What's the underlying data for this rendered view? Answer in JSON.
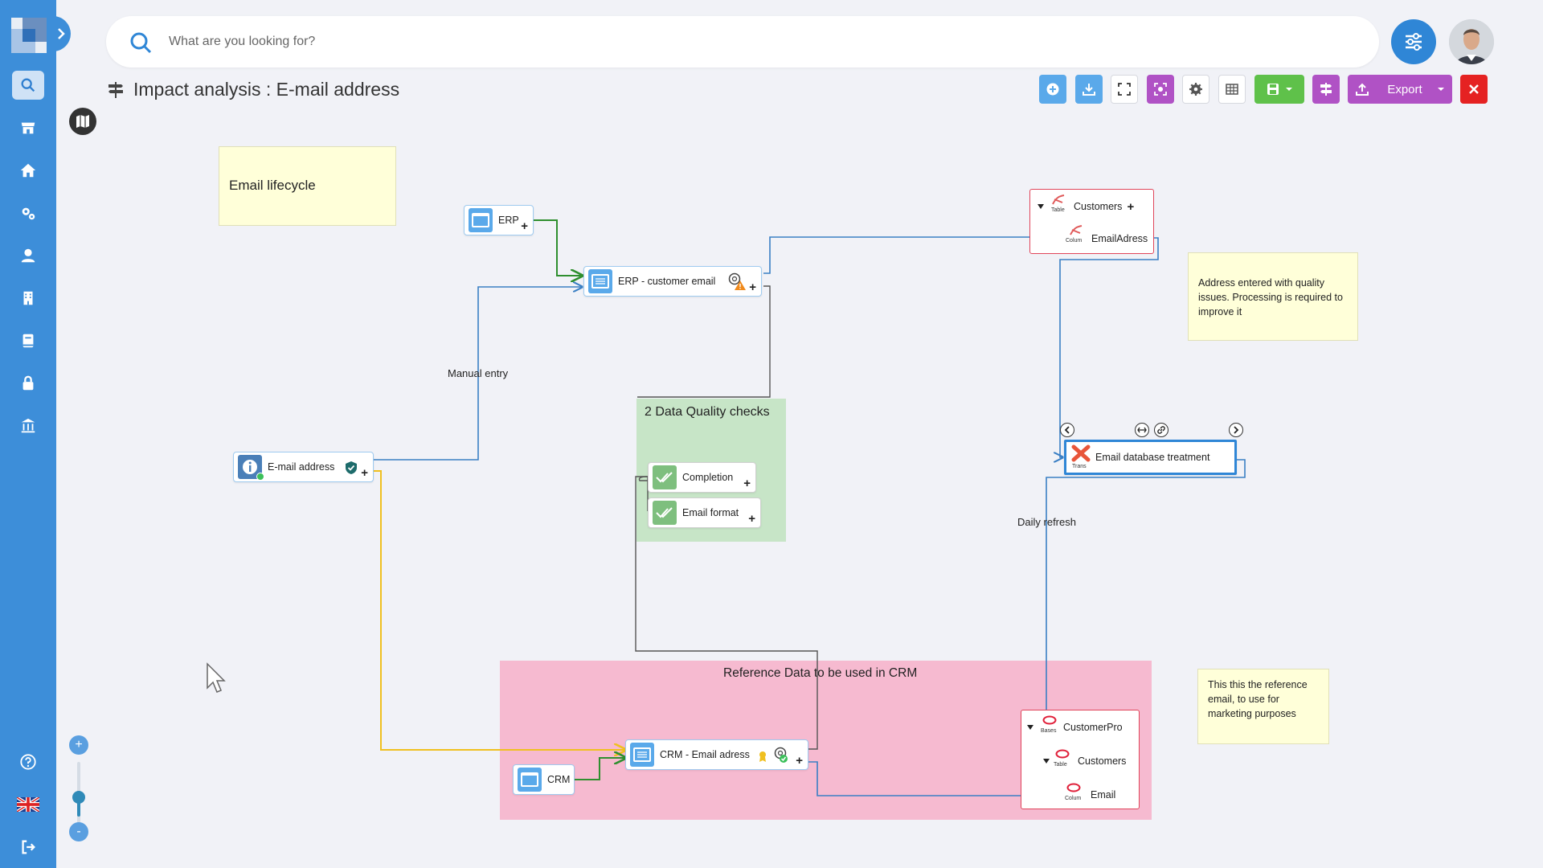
{
  "search": {
    "placeholder": "What are you looking for?"
  },
  "page": {
    "title": "Impact analysis : E-mail address"
  },
  "toolbar": {
    "export_label": "Export"
  },
  "sidebar": {
    "items": [
      "search-icon",
      "store-icon",
      "home-icon",
      "gears-icon",
      "user-icon",
      "building-icon",
      "book-icon",
      "lock-icon",
      "bank-icon"
    ],
    "bottom": [
      "help-icon",
      "uk-flag-icon",
      "logout-icon"
    ]
  },
  "canvas": {
    "notes": [
      {
        "text": "Email lifecycle"
      },
      {
        "text": "Address entered with quality issues. Processing is required to improve it"
      },
      {
        "text": "This this the reference email, to use for marketing purposes"
      }
    ],
    "zones": {
      "dq": {
        "title": "2 Data Quality checks"
      },
      "ref": {
        "title": "Reference Data to be used in CRM"
      }
    },
    "nodes": {
      "erp": {
        "label": "ERP"
      },
      "erp_customer_email": {
        "label": "ERP - customer email"
      },
      "email_address": {
        "label": "E-mail address"
      },
      "completion": {
        "label": "Completion"
      },
      "email_format": {
        "label": "Email format"
      },
      "crm": {
        "label": "CRM"
      },
      "crm_email": {
        "label": "CRM - Email adress"
      },
      "email_db_treatment": {
        "label": "Email database treatment",
        "type_tag": "Trans"
      }
    },
    "customers_table": {
      "table": {
        "label": "Customers",
        "type_tag": "Table"
      },
      "column": {
        "label": "EmailAdress",
        "type_tag": "Colum"
      }
    },
    "customerpro_base": {
      "base": {
        "label": "CustomerPro",
        "type_tag": "Bases"
      },
      "table": {
        "label": "Customers",
        "type_tag": "Table"
      },
      "column": {
        "label": "Email",
        "type_tag": "Colum"
      }
    },
    "edge_labels": {
      "manual_entry": "Manual entry",
      "daily_refresh": "Daily refresh"
    }
  },
  "colors": {
    "sidebar": "#3d8ed9",
    "zone_dq": "#c7e5c7",
    "zone_ref": "#f6bad0",
    "note": "#ffffd9",
    "edge_blue": "#3a7fc4",
    "edge_green": "#2f8f2f",
    "edge_yellow": "#f0c020",
    "edge_gray": "#555555"
  }
}
